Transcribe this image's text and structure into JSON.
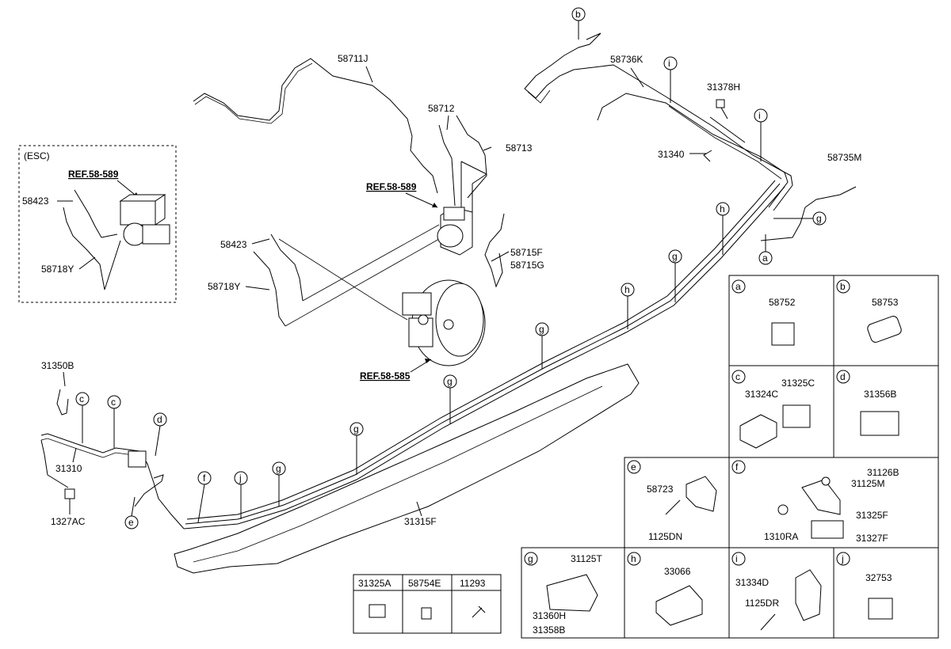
{
  "esc_box": {
    "title": "(ESC)",
    "ref": "REF.58-589",
    "labels": [
      "58423",
      "58718Y"
    ]
  },
  "main_labels": {
    "l58711J": "58711J",
    "l58712": "58712",
    "l58713": "58713",
    "ref589": "REF.58-589",
    "l58715F": "58715F",
    "l58715G": "58715G",
    "l58423": "58423",
    "l58718Y": "58718Y",
    "ref585": "REF.58-585",
    "l58736K": "58736K",
    "l31378H": "31378H",
    "l31340": "31340",
    "l58735M": "58735M",
    "l31350B": "31350B",
    "l31310": "31310",
    "l1327AC": "1327AC",
    "l31315F": "31315F"
  },
  "callouts": [
    "a",
    "b",
    "c",
    "d",
    "e",
    "f",
    "g",
    "h",
    "i",
    "j"
  ],
  "bottom_table": {
    "headers": [
      "31325A",
      "58754E",
      "11293"
    ]
  },
  "detail_panels": {
    "a": {
      "letter": "a",
      "parts": [
        "58752"
      ]
    },
    "b": {
      "letter": "b",
      "parts": [
        "58753"
      ]
    },
    "c": {
      "letter": "c",
      "parts": [
        "31325C",
        "31324C"
      ]
    },
    "d": {
      "letter": "d",
      "parts": [
        "31356B"
      ]
    },
    "e": {
      "letter": "e",
      "parts": [
        "58723",
        "1125DN"
      ]
    },
    "f": {
      "letter": "f",
      "parts": [
        "31126B",
        "31125M",
        "31325F",
        "1310RA",
        "31327F"
      ]
    },
    "g": {
      "letter": "g",
      "parts": [
        "31125T",
        "31360H",
        "31358B"
      ]
    },
    "h": {
      "letter": "h",
      "parts": [
        "33066"
      ]
    },
    "i": {
      "letter": "i",
      "parts": [
        "31334D",
        "1125DR"
      ]
    },
    "j": {
      "letter": "j",
      "parts": [
        "32753"
      ]
    }
  }
}
